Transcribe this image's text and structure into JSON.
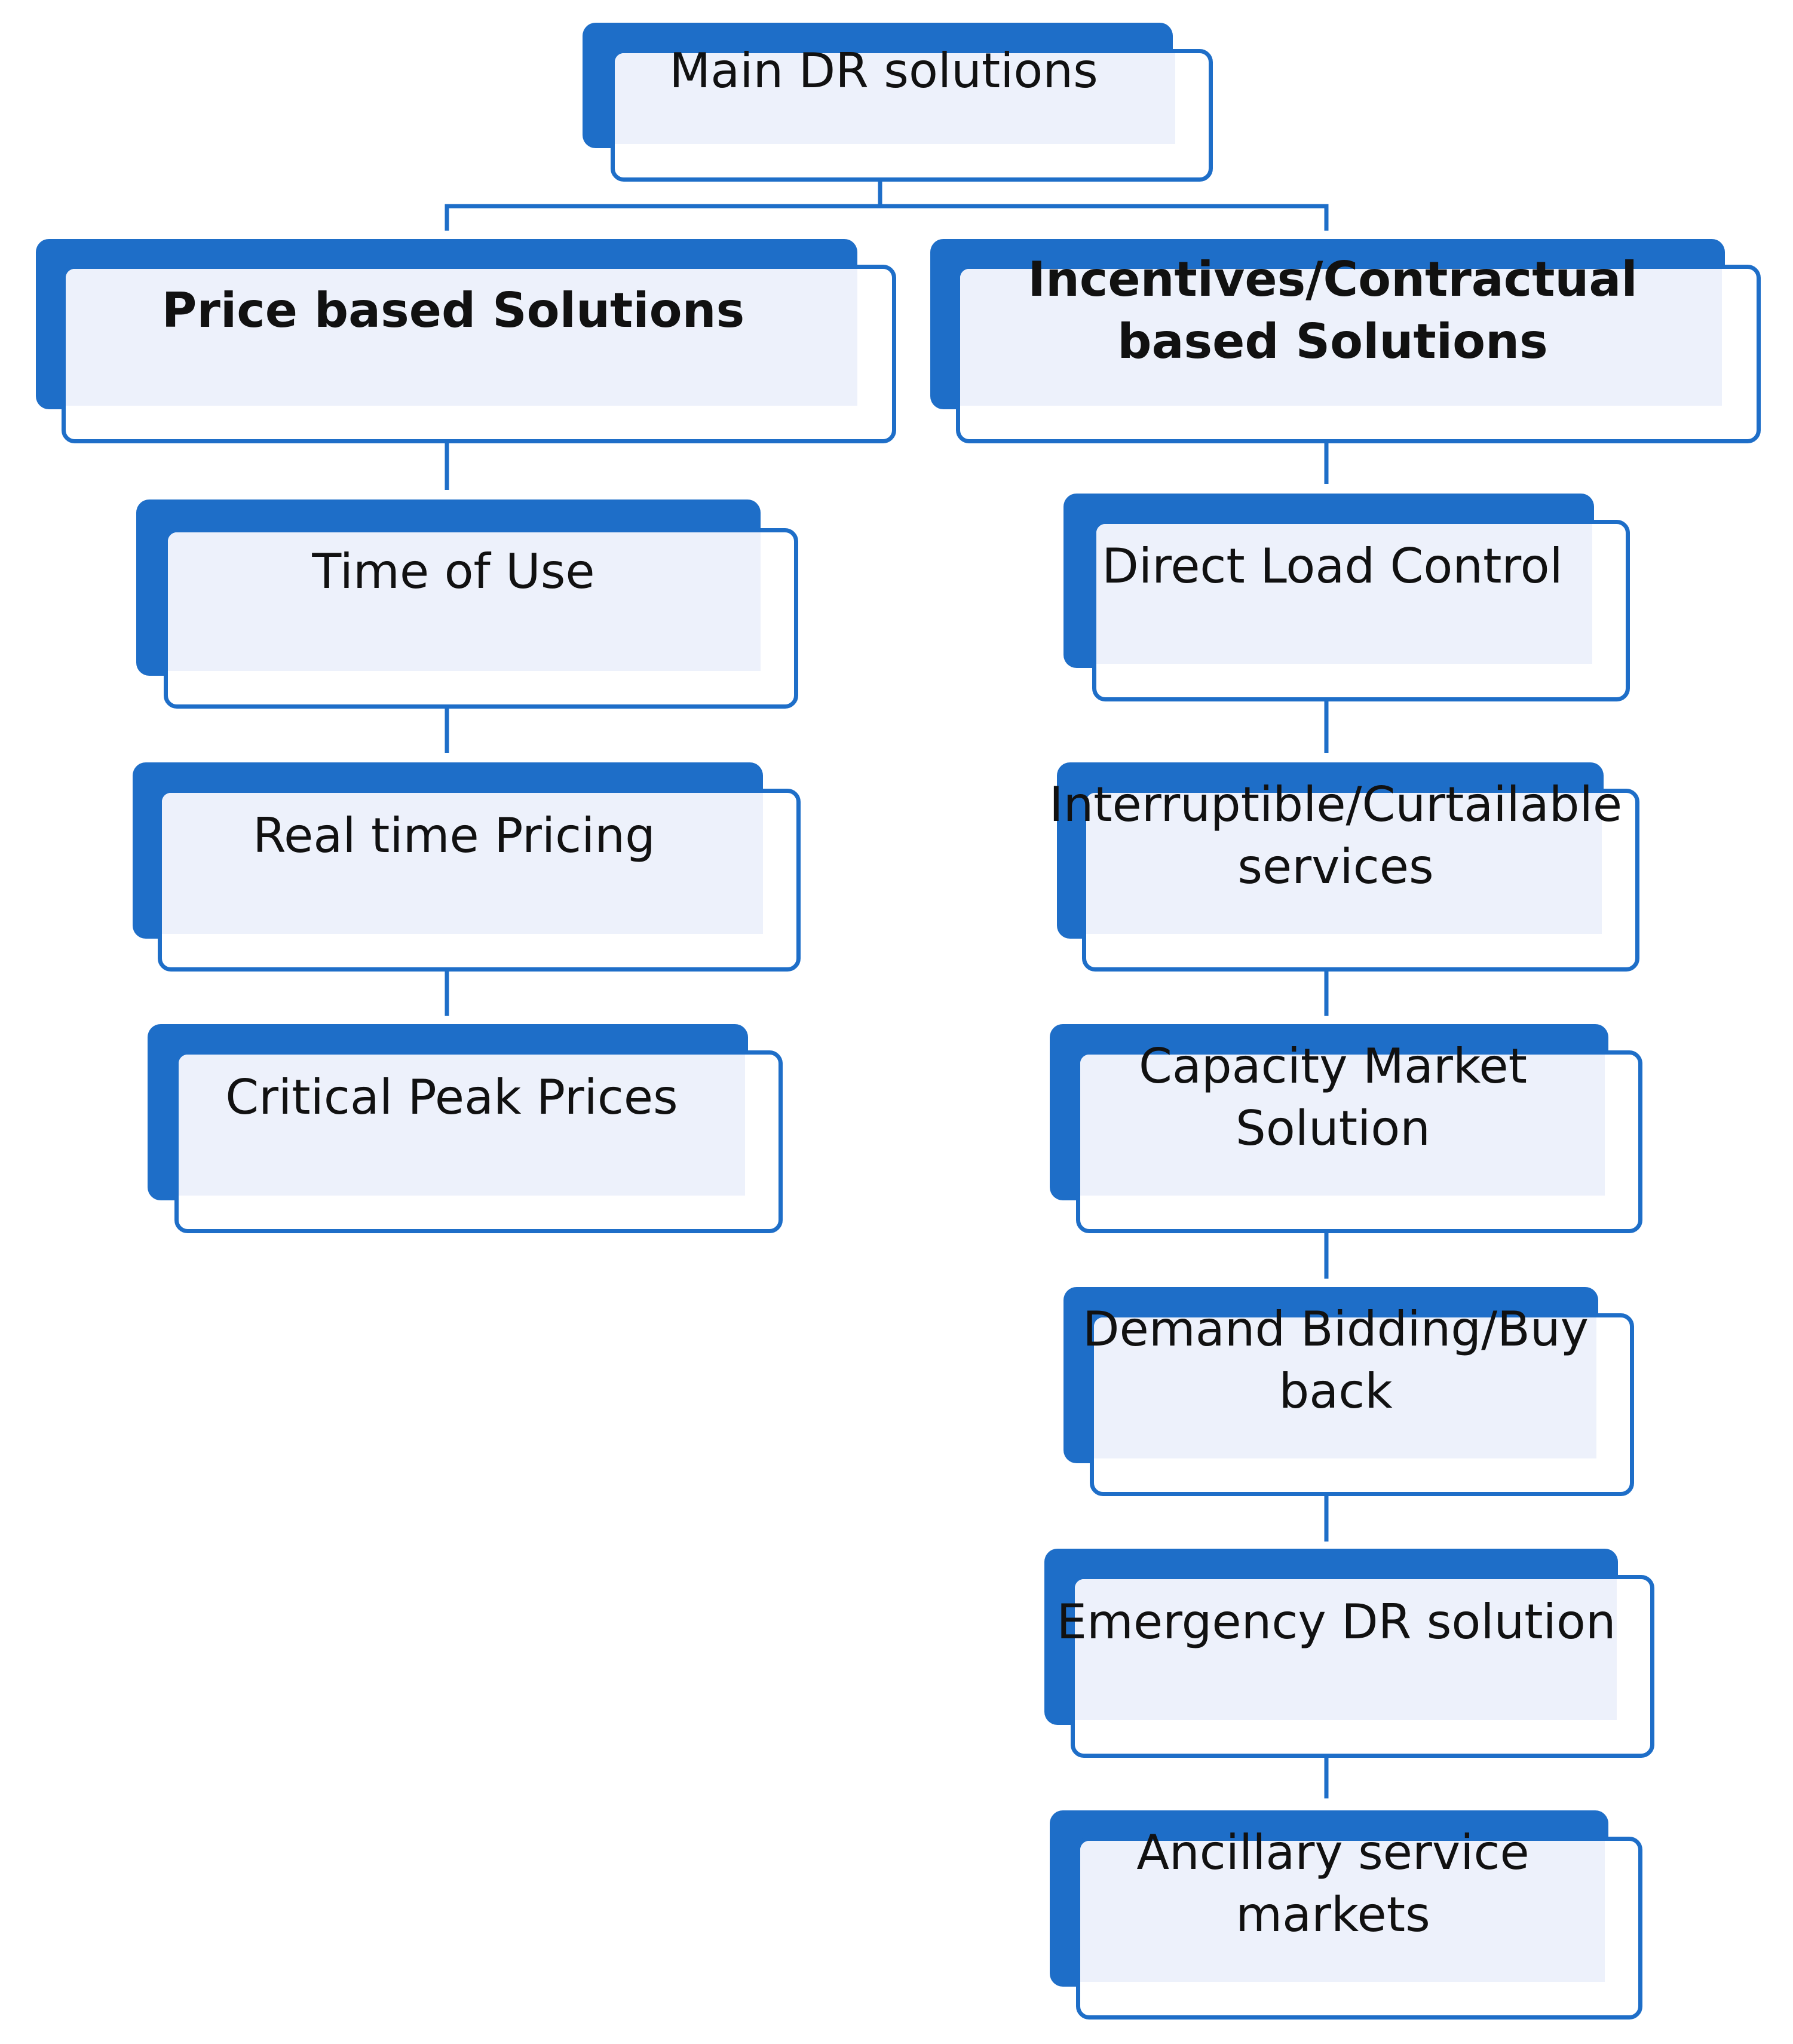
{
  "diagram": {
    "root": {
      "label": "Main DR solutions"
    },
    "branches": [
      {
        "label": "Price based Solutions",
        "children": [
          "Time of Use",
          "Real time Pricing",
          "Critical Peak Prices"
        ]
      },
      {
        "label": "Incentives/Contractual based Solutions",
        "children": [
          "Direct Load Control",
          "Interruptible/Curtailable services",
          "Capacity Market Solution",
          "Demand Bidding/Buy back",
          "Emergency DR solution",
          "Ancillary service markets"
        ]
      }
    ],
    "colors": {
      "accent": "#1e6ec8",
      "box_fill": "#edf1fb",
      "connector": "#1e6ec8",
      "text": "#111111"
    }
  }
}
